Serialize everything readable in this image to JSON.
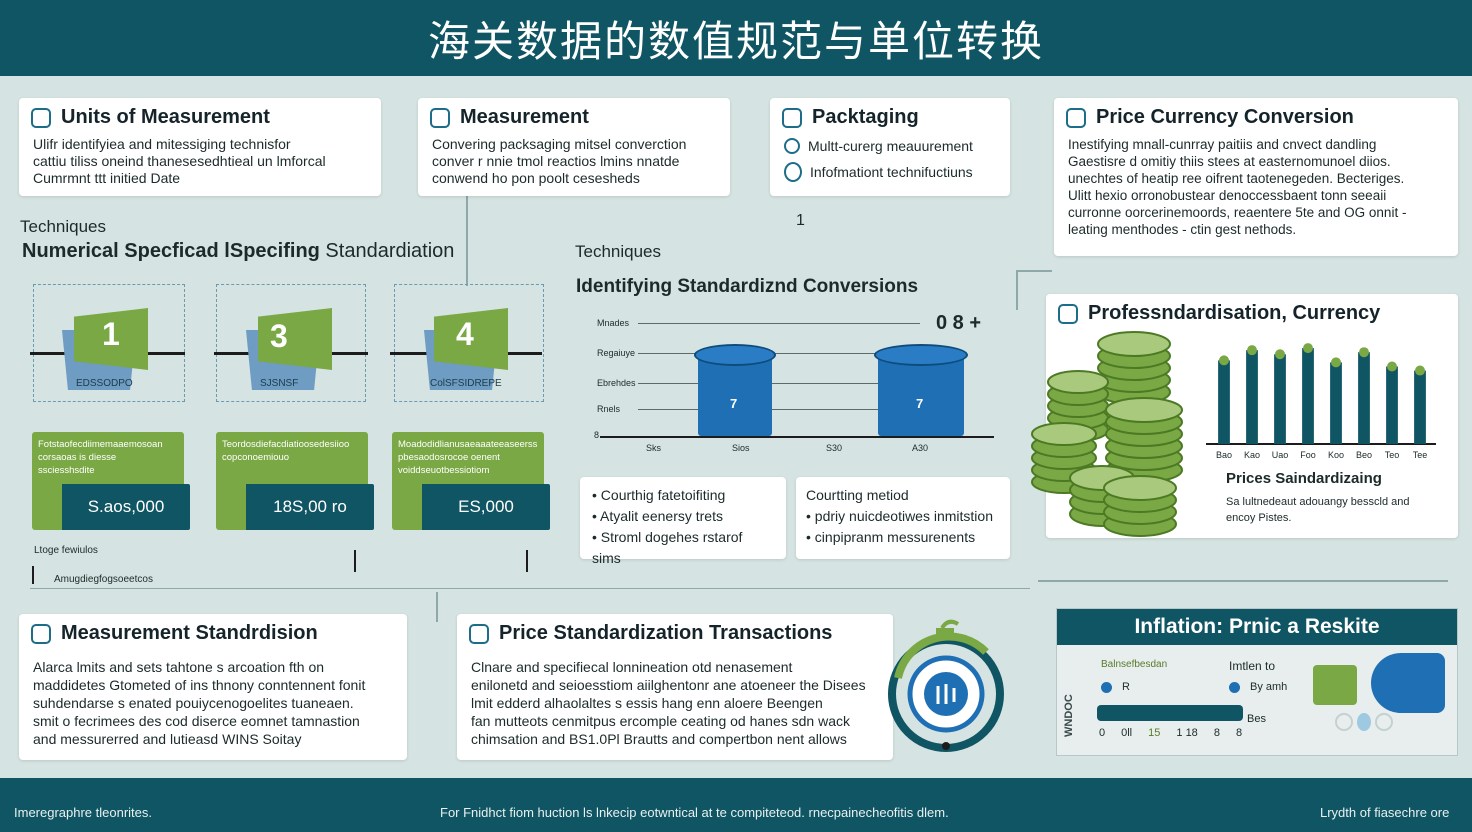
{
  "title": "海关数据的数值规范与单位转换",
  "cards": {
    "units": {
      "title": "Units of Measurement",
      "lines": [
        "Ulifr identifyiea and mitessiging technisfor",
        "cattiu tiliss oneind thanesesedhtieal un lmforcal",
        "Cumrmnt ttt initied Date"
      ]
    },
    "measurement": {
      "title": "Measurement",
      "lines": [
        "Convering packsaging mitsel converction",
        "conver r nnie tmol reactios lmins nnatde",
        "conwend ho pon poolt cesesheds"
      ]
    },
    "packaging": {
      "title": "Packtaging",
      "items": [
        "Multt-curerg meauurement",
        "Infofmationt technifuctiuns"
      ]
    },
    "price_currency": {
      "title": "Price Currency Conversion",
      "lines": [
        "Inestifying mnall-cunrray paitiis and cnvect dandling",
        "Gaestisre d omitiy thiis stees at easternomunoel diios.",
        "unechtes of heatip ree oifrent taotenegeden. Becteriges.",
        "Ulitt hexio orronobustear denoccessbaent tonn seeaii",
        "curronne oorcerinemoords, reaentere 5te and OG onnit -",
        "leating menthodes - ctin gest nethods."
      ]
    },
    "profession": {
      "title": "Professndardisation, Currency",
      "price_title": "Prices Saindardizaing",
      "price_lines": [
        "Sa lultnedeaut adouangy besscld and",
        "encoy Pistes."
      ]
    },
    "measurement_std": {
      "title": "Measurement Standrdision",
      "lines": [
        "Alarca lmits and sets tahtone s arcoation fth on",
        "maddidetes Gtometed of ins thnony conntennent fonit",
        "suhdendarse s enated pouiycenogoelites tuaneaen.",
        "smit o fecrimees des cod diserce eomnet tamnastion",
        "and messurerred and lutieasd WINS Soitay"
      ]
    },
    "price_std": {
      "title": "Price Standardization Transactions",
      "lines": [
        "Clnare and specifiecal lonnineation otd nenasement",
        "enilonetd and seioesstiom aiilghentonr ane atoeneer the Disees",
        "lmit edderd alhaolaltes s essis hang enn aloere Beengen",
        "fan mutteots cenmitpus ercomple ceating od hanes sdn wack",
        "chimsation and BS1.0Pl Brautts and compertbon nent allows"
      ]
    },
    "inflation": {
      "title": "Inflation: Prnic a Reskite",
      "left_label": "Balnsefbesdan",
      "left_item": "R",
      "right_label": "Imtlen to",
      "right_item": "By amh",
      "bar_label": "Bes",
      "scale": [
        "0",
        "0ll",
        "15",
        "1 18",
        "8",
        "8"
      ],
      "side_text": "WNDOC"
    }
  },
  "left_section": {
    "techniques": "Techniques",
    "heading_bold": "Numerical Specficad lSpecifing",
    "heading_normal": " Standardiation",
    "flags": [
      {
        "num": "1",
        "label": "EDSSODPO"
      },
      {
        "num": "3",
        "label": "SJSNSF"
      },
      {
        "num": "4",
        "label": "ColSFSIDREPE"
      }
    ],
    "green_cards": [
      {
        "lines": [
          "Fotstaofecdiimemaaemosoan",
          "corsaoas is diesse",
          "ssciesshsdite"
        ],
        "value": "S.aos,000"
      },
      {
        "lines": [
          "Teordosdiefacdiatioosedesiioo",
          "copconoemiouo"
        ],
        "value": "18S,00 ro"
      },
      {
        "lines": [
          "Moadodidlianusaeaaateeaseerss",
          "pbesaodosrocoe oenent",
          "voiddseuotbessiotiom"
        ],
        "value": "ES,000"
      }
    ],
    "timeline_top": "Ltoge fewiulos",
    "timeline_bottom": "Amugdiegfogsoeetcos"
  },
  "middle_section": {
    "marker": "1",
    "techniques": "Techniques",
    "heading": "Identifying Standardiznd Conversions",
    "counter": "0 8 +",
    "y_labels": [
      "Mnades",
      "Regaiuye",
      "Ebrehdes",
      "Rnels",
      "8"
    ],
    "x_labels": [
      "Sks",
      "Sios",
      "S30",
      "A30"
    ],
    "can_value": "7",
    "list1": [
      "Courthig fatetoifiting",
      "Atyalit eenersy trets",
      "Stroml dogehes rstarof sims"
    ],
    "list2_title": "Courtting metiod",
    "list2": [
      "pdriy nuicdeotiwes inmitstion",
      "cinpipranm messurenents"
    ]
  },
  "chart_data": {
    "type": "bar",
    "categories": [
      "Bao",
      "Kao",
      "Uao",
      "Foo",
      "Koo",
      "Beo",
      "Teo",
      "Tee"
    ],
    "values": [
      82,
      92,
      88,
      94,
      80,
      90,
      76,
      72
    ],
    "ylim": [
      0,
      100
    ],
    "grid": false,
    "color": "#0f5563"
  },
  "footer": {
    "left": "Imeregraphre tleonrites.",
    "center": "For Fnidhct fiom huction ls lnkecip eotwntical at te compiteteod. rnecpainecheofitis dlem.",
    "right": "Lrydth of fiasechre ore"
  },
  "colors": {
    "teal": "#0f5563",
    "green": "#7aa844",
    "blue": "#1f6fb5",
    "background": "#d5e3e2"
  }
}
